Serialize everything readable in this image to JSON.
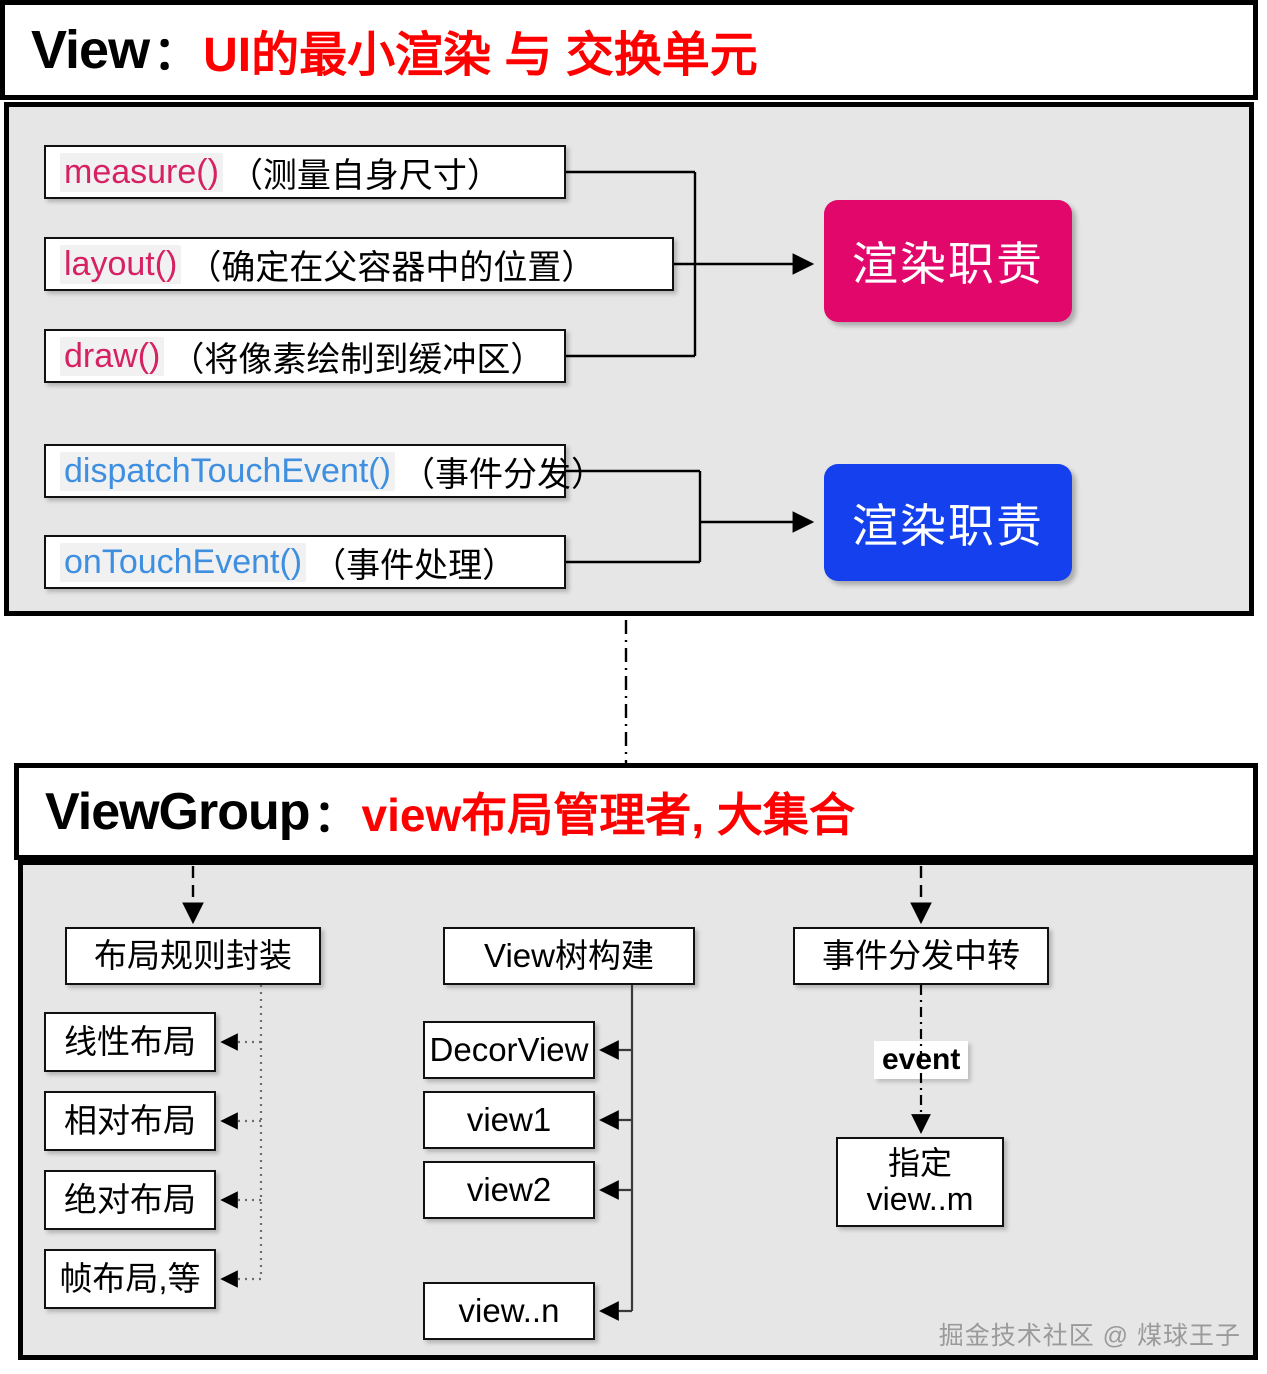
{
  "view_section": {
    "header": {
      "main": "View",
      "separator": "：",
      "accent": "UI的最小渲染 与 交换单元"
    },
    "render_methods": [
      {
        "code": "measure()",
        "desc": "（测量自身尺寸）"
      },
      {
        "code": "layout()",
        "desc": "（确定在父容器中的位置）"
      },
      {
        "code": "draw()",
        "desc": "（将像素绘制到缓冲区）"
      }
    ],
    "event_methods": [
      {
        "code": "dispatchTouchEvent()",
        "desc": "（事件分发）"
      },
      {
        "code": "onTouchEvent()",
        "desc": "（事件处理）"
      }
    ],
    "render_badge": "渲染职责",
    "event_badge": "渲染职责"
  },
  "viewgroup_section": {
    "header": {
      "main": "ViewGroup",
      "separator": "：",
      "accent": "view布局管理者, 大集合"
    },
    "columns": [
      {
        "title": "布局规则封装",
        "children": [
          "线性布局",
          "相对布局",
          "绝对布局",
          "帧布局,等"
        ]
      },
      {
        "title": "View树构建",
        "children": [
          "DecorView",
          "view1",
          "view2",
          "view..n"
        ]
      },
      {
        "title": "事件分发中转",
        "edge_label": "event",
        "target_line1": "指定",
        "target_line2": "view..m"
      }
    ]
  },
  "watermark": "掘金技术社区 @ 煤球王子",
  "colors": {
    "background": "#e6e6e6",
    "accent_red": "#ff0000",
    "code_pink": "#d62163",
    "code_blue": "#3f8fe0",
    "badge_pink": "#e2076b",
    "badge_blue": "#1440ee"
  }
}
